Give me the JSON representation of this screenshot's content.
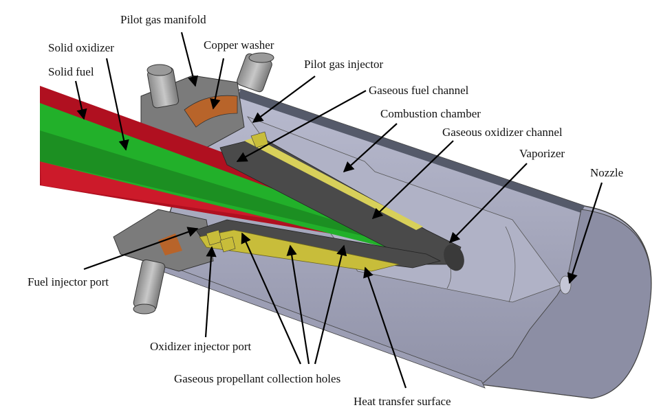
{
  "figure": {
    "description": "Cutaway CAD diagram of a hybrid combustor with solid propellant grains and annotated components",
    "colors": {
      "solid_fuel": "#b01020",
      "solid_oxidizer": "#22b02a",
      "housing": "#a6a9bf",
      "manifold": "#777777",
      "copper": "#b8642a",
      "brass": "#c8bd3a",
      "dark_channel": "#4a4a4a"
    },
    "labels": {
      "pilot_gas_manifold": "Pilot gas manifold",
      "solid_oxidizer": "Solid oxidizer",
      "copper_washer": "Copper washer",
      "solid_fuel": "Solid fuel",
      "pilot_gas_injector": "Pilot gas injector",
      "gaseous_fuel_channel": "Gaseous fuel channel",
      "combustion_chamber": "Combustion chamber",
      "gaseous_oxidizer_channel": "Gaseous oxidizer channel",
      "vaporizer": "Vaporizer",
      "nozzle": "Nozzle",
      "fuel_injector_port": "Fuel injector port",
      "oxidizer_injector_port": "Oxidizer injector port",
      "gaseous_propellant_collection_holes": "Gaseous propellant collection holes",
      "heat_transfer_surface": "Heat transfer surface"
    }
  }
}
